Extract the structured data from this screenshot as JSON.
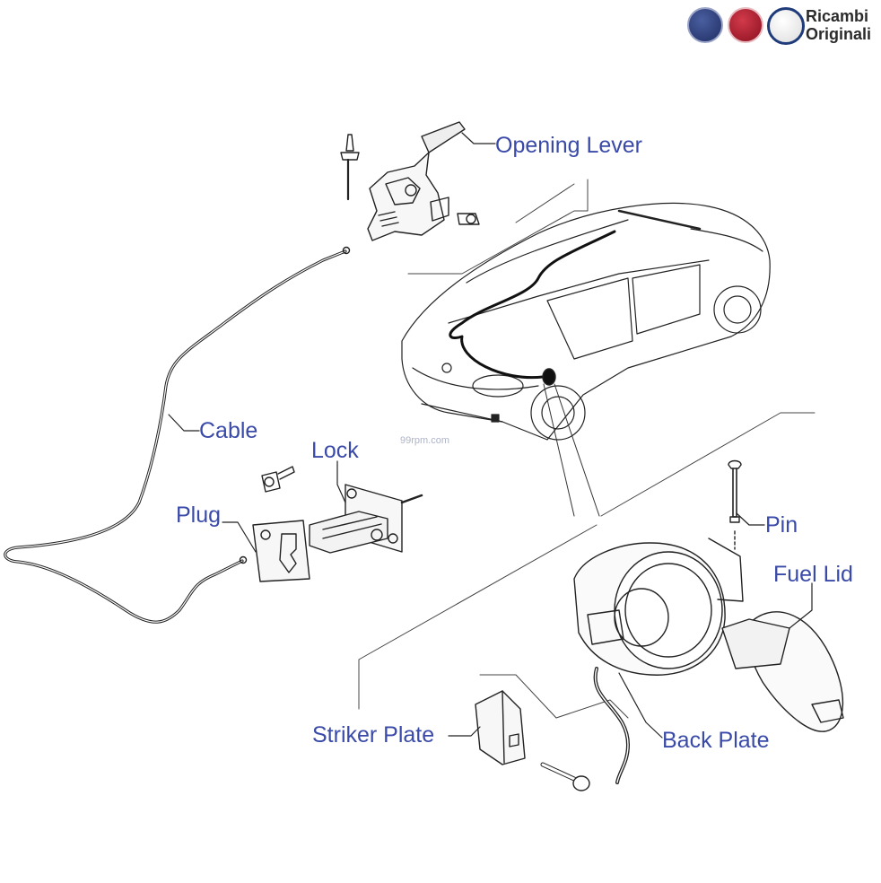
{
  "header": {
    "brand_text_line1": "Ricambi",
    "brand_text_line2": "Originali",
    "brand_logos": [
      "lancia-logo",
      "fiat-logo",
      "alfa-romeo-logo"
    ],
    "colors": {
      "label": "#3a4aa8",
      "line": "#222222"
    }
  },
  "watermark": "99rpm.com",
  "labels": {
    "opening_lever": "Opening Lever",
    "cable": "Cable",
    "lock": "Lock",
    "plug": "Plug",
    "pin": "Pin",
    "fuel_lid": "Fuel Lid",
    "striker_plate": "Striker Plate",
    "back_plate": "Back Plate"
  }
}
